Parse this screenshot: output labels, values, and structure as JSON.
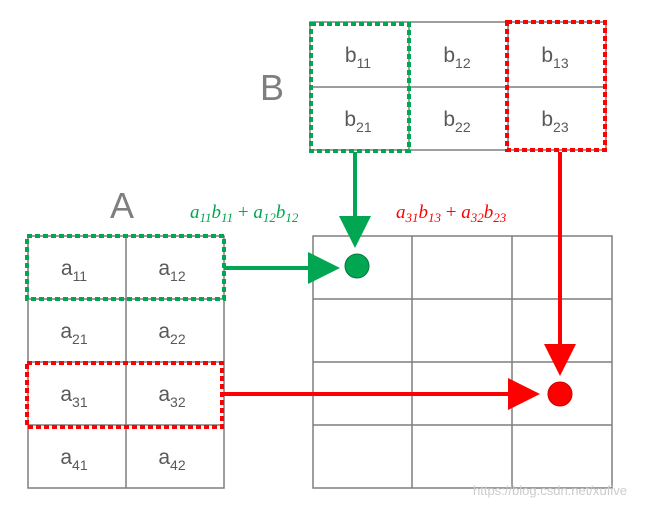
{
  "matrix_a": {
    "label": "A",
    "rows": [
      [
        {
          "base": "a",
          "sub": "11"
        },
        {
          "base": "a",
          "sub": "12"
        }
      ],
      [
        {
          "base": "a",
          "sub": "21"
        },
        {
          "base": "a",
          "sub": "22"
        }
      ],
      [
        {
          "base": "a",
          "sub": "31"
        },
        {
          "base": "a",
          "sub": "32"
        }
      ],
      [
        {
          "base": "a",
          "sub": "41"
        },
        {
          "base": "a",
          "sub": "42"
        }
      ]
    ]
  },
  "matrix_b": {
    "label": "B",
    "rows": [
      [
        {
          "base": "b",
          "sub": "11"
        },
        {
          "base": "b",
          "sub": "12"
        },
        {
          "base": "b",
          "sub": "13"
        }
      ],
      [
        {
          "base": "b",
          "sub": "21"
        },
        {
          "base": "b",
          "sub": "22"
        },
        {
          "base": "b",
          "sub": "23"
        }
      ]
    ]
  },
  "formulas": {
    "green": [
      {
        "base": "a",
        "sub": "11"
      },
      {
        "base": "b",
        "sub": "11"
      },
      {
        "op": " + "
      },
      {
        "base": "a",
        "sub": "12"
      },
      {
        "base": "b",
        "sub": "12"
      }
    ],
    "red": [
      {
        "base": "a",
        "sub": "31"
      },
      {
        "base": "b",
        "sub": "13"
      },
      {
        "op": " + "
      },
      {
        "base": "a",
        "sub": "32"
      },
      {
        "base": "b",
        "sub": "23"
      }
    ]
  },
  "colors": {
    "green": "#00a651",
    "red": "#ff0000",
    "grid": "#7f7f7f"
  },
  "watermark": "https://blog.csdn.net/xufive"
}
